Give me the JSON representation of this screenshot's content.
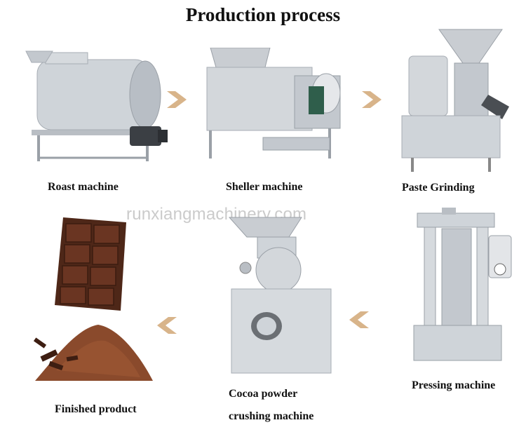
{
  "header": {
    "title": "Production process"
  },
  "watermark": "runxiangmachinery.com",
  "steps": [
    {
      "label": "Roast machine",
      "icon": "roaster-machine-image"
    },
    {
      "label": "Sheller machine",
      "icon": "sheller-machine-image"
    },
    {
      "label": "Paste Grinding",
      "icon": "paste-grinder-image"
    },
    {
      "label": "Pressing machine",
      "icon": "hydraulic-press-image"
    },
    {
      "label_line1": "Cocoa powder",
      "label_line2": "crushing machine",
      "icon": "powder-crusher-image"
    },
    {
      "label": "Finished product",
      "icon": "chocolate-and-cocoa-powder-image"
    }
  ],
  "colors": {
    "arrow": "#d8b48a",
    "steel": "#c9cdd2",
    "chocolate": "#5a2e1d",
    "powder": "#8a4a2c"
  }
}
